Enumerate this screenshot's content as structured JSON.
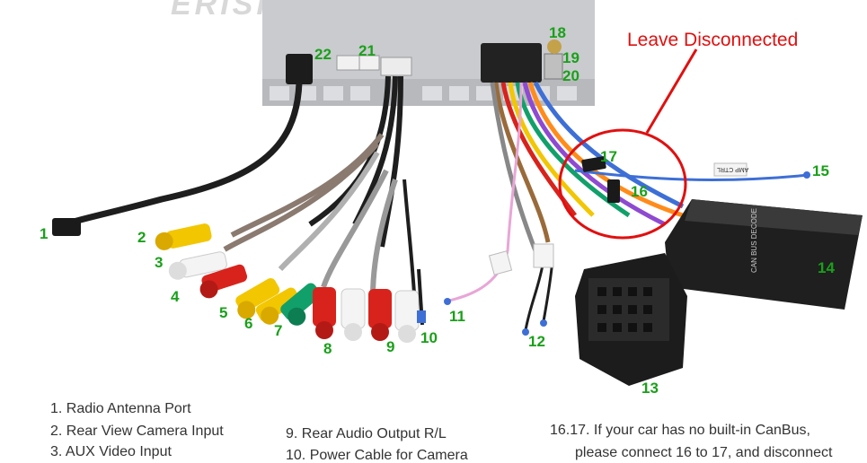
{
  "logo": "ERISIN",
  "annotation": {
    "text": "Leave Disconnected",
    "color": "#e01010"
  },
  "numbers": [
    "1",
    "2",
    "3",
    "4",
    "5",
    "6",
    "7",
    "8",
    "9",
    "10",
    "11",
    "12",
    "13",
    "14",
    "15",
    "16",
    "17",
    "18",
    "19",
    "20",
    "21",
    "22"
  ],
  "legend": {
    "col1": [
      "1. Radio Antenna Port",
      "2. Rear View Camera Input",
      "3. AUX Video Input"
    ],
    "col2": [
      "9. Rear Audio Output R/L",
      "10. Power Cable for Camera"
    ],
    "col3": [
      "16.17. If your car has no built-in CanBus,",
      "please connect 16 to 17, and disconnect"
    ]
  },
  "labels": {
    "canbus": "CAN BUS DECODE",
    "amp": "AMP CTRL"
  },
  "colors": {
    "number_green": "#1aa01a",
    "circle_red": "#e01010",
    "cable_black": "#1e1e1e",
    "rca_yellow": "#f2c600",
    "rca_red": "#d8231c",
    "rca_green": "#12a06a",
    "rca_white": "#f4f4f4",
    "wire_blue": "#3d6fd6",
    "wire_pink": "#e8a6d6"
  }
}
